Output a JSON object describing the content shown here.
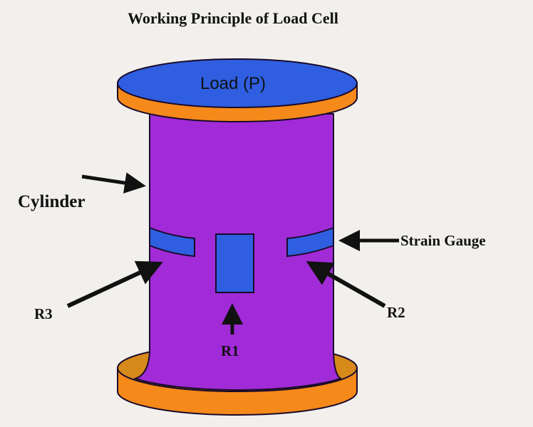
{
  "title": "Working Principle of Load Cell",
  "labels": {
    "load": "Load (P)",
    "cylinder": "Cylinder",
    "strain_gauge": "Strain Gauge",
    "r1": "R1",
    "r2": "R2",
    "r3": "R3"
  },
  "colors": {
    "background": "#f2f0ed",
    "cylinder": "#a22bd8",
    "gauge": "#2f5fe0",
    "plate_side": "#f5891a",
    "plate_inner": "#d68a1a",
    "outline": "#1a0a2a"
  }
}
